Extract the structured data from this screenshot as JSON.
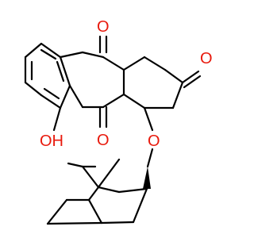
{
  "molecule": {
    "atom_labels": {
      "ketone_oxygen_top": "O",
      "ketone_oxygen_right": "O",
      "ketone_oxygen_middle": "O",
      "ether_oxygen": "O",
      "hydroxyl": "OH"
    }
  },
  "colors": {
    "bond": "#000000",
    "heteroatom": "#e8190c",
    "background": "#ffffff"
  }
}
